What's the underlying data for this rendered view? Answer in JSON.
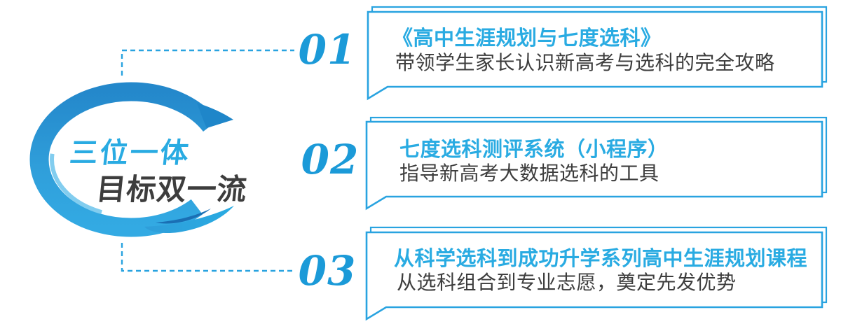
{
  "badge": {
    "line1": "三位一体",
    "line2": "目标双一流"
  },
  "items": [
    {
      "number": "01",
      "title": "《高中生涯规划与七度选科》",
      "subtitle": "带领学生家长认识新高考与选科的完全攻略"
    },
    {
      "number": "02",
      "title": "七度选科测评系统（小程序）",
      "subtitle": "指导新高考大数据选科的工具"
    },
    {
      "number": "03",
      "title": "从科学选科到成功升学系列高中生涯规划课程",
      "subtitle": "从选科组合到专业志愿，奠定先发优势"
    }
  ],
  "colors": {
    "accent": "#29abe2",
    "border-blue": "#29a3e0",
    "number-blue": "#1b9ad8",
    "text-dark": "#3d3d3d",
    "ring-dark": "#1a6fb4"
  }
}
